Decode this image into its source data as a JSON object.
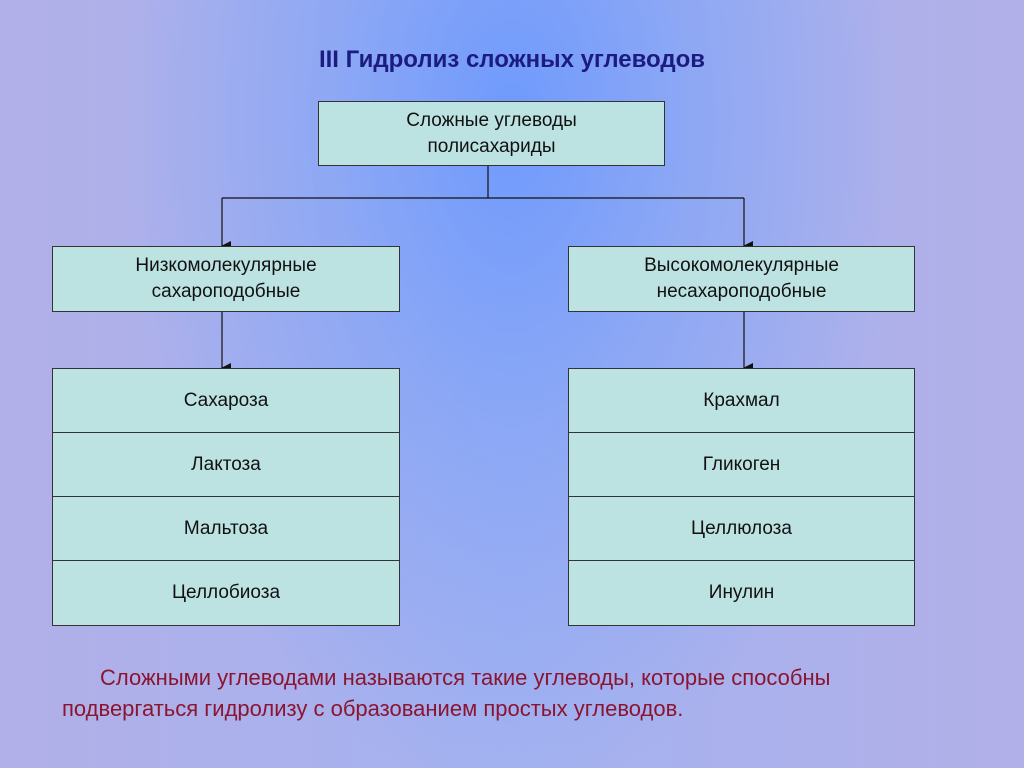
{
  "title": "III Гидролиз сложных углеводов",
  "root": {
    "line1": "Сложные углеводы",
    "line2": "полисахариды"
  },
  "left": {
    "line1": "Низкомолекулярные",
    "line2": "сахароподобные",
    "items": [
      "Сахароза",
      "Лактоза",
      "Мальтоза",
      "Целлобиоза"
    ]
  },
  "right": {
    "line1": "Высокомолекулярные",
    "line2": "несахароподобные",
    "items": [
      "Крахмал",
      "Гликоген",
      "Целлюлоза",
      "Инулин"
    ]
  },
  "note": "Сложными углеводами называются такие углеводы, которые способны подвергаться гидролизу с образованием простых углеводов.",
  "colors": {
    "box_fill": "#bde2e2",
    "title": "#1c1c80",
    "note": "#8b1530"
  }
}
